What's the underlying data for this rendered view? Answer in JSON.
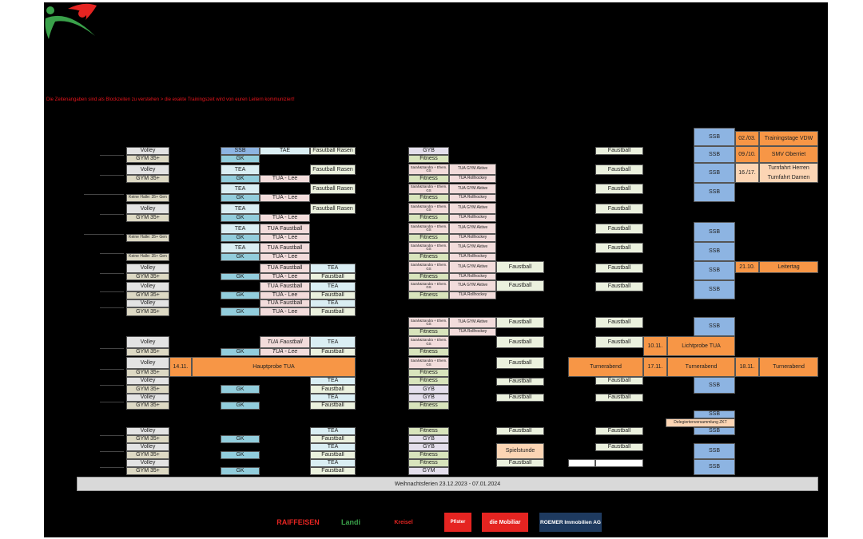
{
  "notice": "Die Zeitenangaben sind als Blockzeiten zu verstehen > die exakte Trainingszeit wird von euren Leitern kommuniziert!",
  "holiday": "Weihnachtsferien 23.12.2023 - 07.01.2024",
  "colors": {
    "volley": "#e3e3e3",
    "gym35": "#ddd9c4",
    "ssb": "#8db4e2",
    "ssbDark": "#8db4e2",
    "gk": "#92cddc",
    "tea": "#daeef3",
    "faustball": "#ebf1de",
    "tua": "#f2dcdb",
    "gyb": "#e4dfec",
    "fitness": "#d8e4bc",
    "event": "#f79646",
    "eventLight": "#fcd5b4",
    "white": "#ffffff"
  },
  "sponsors": [
    "RAIFFEISEN",
    "Landi",
    "Kreisel",
    "Pfister",
    "die Mobiliar",
    "ROEMER Immobilien AG"
  ],
  "logo_icon": "club-logo-figure",
  "cells": [
    {
      "t": "Volley",
      "c": "volley"
    },
    {
      "t": "GYM 35+",
      "c": "gym35"
    },
    {
      "t": "Volley",
      "c": "volley"
    },
    {
      "t": "GYM 35+",
      "c": "gym35"
    },
    {
      "t": "Keine Halle: 35+ Gen",
      "c": "gym35",
      "s": "tiny"
    },
    {
      "t": "Volley",
      "c": "volley"
    },
    {
      "t": "GYM 35+",
      "c": "gym35"
    },
    {
      "t": "Keine Halle: 35+ Gen",
      "c": "gym35",
      "s": "tiny"
    },
    {
      "t": "Keine Halle: 35+ Gen",
      "c": "gym35",
      "s": "tiny"
    },
    {
      "t": "Volley",
      "c": "volley"
    },
    {
      "t": "GYM 35+",
      "c": "gym35"
    },
    {
      "t": "Volley",
      "c": "volley"
    },
    {
      "t": "GYM 35+",
      "c": "gym35"
    },
    {
      "t": "Volley",
      "c": "volley"
    },
    {
      "t": "GYM 35+",
      "c": "gym35"
    },
    {
      "t": "Volley",
      "c": "volley"
    },
    {
      "t": "GYM 35+",
      "c": "gym35"
    },
    {
      "t": "Volley",
      "c": "volley"
    },
    {
      "t": "GYM 35+",
      "c": "gym35"
    },
    {
      "t": "Volley",
      "c": "volley"
    },
    {
      "t": "GYM 35+",
      "c": "gym35"
    },
    {
      "t": "Volley",
      "c": "volley"
    },
    {
      "t": "GYM 35+",
      "c": "gym35"
    },
    {
      "t": "Volley",
      "c": "volley"
    },
    {
      "t": "GYM 35+",
      "c": "gym35"
    },
    {
      "t": "Volley",
      "c": "volley"
    },
    {
      "t": "GYM 35+",
      "c": "gym35"
    },
    {
      "t": "Volley",
      "c": "volley"
    },
    {
      "t": "GYM 35+",
      "c": "gym35"
    },
    {
      "t": "SSB",
      "c": "ssb"
    },
    {
      "t": "GK",
      "c": "gk"
    },
    {
      "t": "TEA",
      "c": "tea"
    },
    {
      "t": "GK",
      "c": "gk"
    },
    {
      "t": "TEA",
      "c": "tea"
    },
    {
      "t": "GK",
      "c": "gk"
    },
    {
      "t": "TEA",
      "c": "tea"
    },
    {
      "t": "GK",
      "c": "gk"
    },
    {
      "t": "TEA",
      "c": "tea"
    },
    {
      "t": "GK",
      "c": "gk"
    },
    {
      "t": "TEA",
      "c": "tea"
    },
    {
      "t": "GK",
      "c": "gk"
    },
    {
      "t": "GK",
      "c": "gk"
    },
    {
      "t": "GK",
      "c": "gk"
    },
    {
      "t": "GK",
      "c": "gk"
    },
    {
      "t": "GK",
      "c": "gk"
    },
    {
      "t": "GK",
      "c": "gk"
    },
    {
      "t": "GK",
      "c": "gk"
    },
    {
      "t": "GK",
      "c": "gk"
    },
    {
      "t": "GK",
      "c": "gk"
    },
    {
      "t": "GK",
      "c": "gk"
    },
    {
      "t": "TAE",
      "c": "tea"
    },
    {
      "t": "TUA - Lee",
      "c": "tua"
    },
    {
      "t": "TUA - Lee",
      "c": "tua"
    },
    {
      "t": "TUA - Lee",
      "c": "tua"
    },
    {
      "t": "TUA Faustball",
      "c": "tua"
    },
    {
      "t": "TUA - Lee",
      "c": "tua"
    },
    {
      "t": "TUA Faustball",
      "c": "tua"
    },
    {
      "t": "TUA - Lee",
      "c": "tua"
    },
    {
      "t": "TUA Faustball",
      "c": "tua"
    },
    {
      "t": "TUA - Lee",
      "c": "tua"
    },
    {
      "t": "TUA Faustball",
      "c": "tua"
    },
    {
      "t": "TUA - Lee",
      "c": "tua"
    },
    {
      "t": "TUA Faustball",
      "c": "tua"
    },
    {
      "t": "TUA - Lee",
      "c": "tua"
    },
    {
      "t": "TUA Faustball",
      "c": "tua",
      "s": "ital"
    },
    {
      "t": "TUA - Lee",
      "c": "tua",
      "s": "ital"
    },
    {
      "t": "Fasutball Rasen",
      "c": "faustball"
    },
    {
      "t": "Fasutball Rasen",
      "c": "faustball"
    },
    {
      "t": "Fasutball Rasen",
      "c": "faustball"
    },
    {
      "t": "Fasutball Rasen",
      "c": "faustball"
    },
    {
      "t": "TEA",
      "c": "tea"
    },
    {
      "t": "Faustball",
      "c": "faustball"
    },
    {
      "t": "TEA",
      "c": "tea"
    },
    {
      "t": "Faustball",
      "c": "faustball"
    },
    {
      "t": "TEA",
      "c": "tea"
    },
    {
      "t": "Faustball",
      "c": "faustball"
    },
    {
      "t": "TEA",
      "c": "tea"
    },
    {
      "t": "Faustball",
      "c": "faustball"
    },
    {
      "t": "TEA",
      "c": "tea"
    },
    {
      "t": "Faustball",
      "c": "faustball"
    },
    {
      "t": "TEA",
      "c": "tea"
    },
    {
      "t": "Faustball",
      "c": "faustball"
    },
    {
      "t": "TEA",
      "c": "tea"
    },
    {
      "t": "Faustball",
      "c": "faustball"
    },
    {
      "t": "TEA",
      "c": "tea"
    },
    {
      "t": "Faustball",
      "c": "faustball"
    },
    {
      "t": "TEA",
      "c": "tea"
    },
    {
      "t": "Faustball",
      "c": "faustball"
    },
    {
      "t": "14.11.",
      "c": "event"
    },
    {
      "t": "Hauptprobe TUA",
      "c": "event"
    },
    {
      "t": "GYB",
      "c": "gyb"
    },
    {
      "t": "Fitness",
      "c": "fitness"
    },
    {
      "t": "Sarah&Sandra + Ehem. GS",
      "c": "tua",
      "s": "small"
    },
    {
      "t": "Fitness",
      "c": "fitness"
    },
    {
      "t": "Sarah&Sandra + Ehem. GS",
      "c": "tua",
      "s": "small"
    },
    {
      "t": "Fitness",
      "c": "fitness"
    },
    {
      "t": "Sarah&Sandra + Ehem. GS",
      "c": "tua",
      "s": "small"
    },
    {
      "t": "Fitness",
      "c": "fitness"
    },
    {
      "t": "Sarah&Sandra + Ehem. GS",
      "c": "tua",
      "s": "small"
    },
    {
      "t": "Fitness",
      "c": "fitness"
    },
    {
      "t": "Sarah&Sandra + Ehem. GS",
      "c": "tua",
      "s": "small"
    },
    {
      "t": "Fitness",
      "c": "fitness"
    },
    {
      "t": "Sarah&Sandra + Ehem. GS",
      "c": "tua",
      "s": "small"
    },
    {
      "t": "Fitness",
      "c": "fitness"
    },
    {
      "t": "Sarah&Sandra + Ehem. GS",
      "c": "tua",
      "s": "small"
    },
    {
      "t": "Fitness",
      "c": "fitness"
    },
    {
      "t": "Sarah&Sandra + Ehem. GS",
      "c": "tua",
      "s": "small"
    },
    {
      "t": "Fitness",
      "c": "fitness"
    },
    {
      "t": "Sarah&Sandra + Ehem. GS",
      "c": "tua",
      "s": "small"
    },
    {
      "t": "Fitness",
      "c": "fitness"
    },
    {
      "t": "Sarah&Sandra + Ehem. GS",
      "c": "tua",
      "s": "small"
    },
    {
      "t": "Fitness",
      "c": "fitness"
    },
    {
      "t": "Fitness",
      "c": "fitness"
    },
    {
      "t": "GYB",
      "c": "gyb"
    },
    {
      "t": "GYB",
      "c": "gyb"
    },
    {
      "t": "Fitness",
      "c": "fitness"
    },
    {
      "t": "Fitness",
      "c": "fitness"
    },
    {
      "t": "GYB",
      "c": "gyb"
    },
    {
      "t": "GYB",
      "c": "gyb"
    },
    {
      "t": "Fitness",
      "c": "fitness"
    },
    {
      "t": "Fitness",
      "c": "fitness"
    },
    {
      "t": "GYM",
      "c": "gyb"
    },
    {
      "t": "TUA GYM Aktive",
      "c": "tua",
      "s": "tiny"
    },
    {
      "t": "TUA Rollhockey",
      "c": "tua",
      "s": "tiny"
    },
    {
      "t": "TUA GYM Aktive",
      "c": "tua",
      "s": "tiny"
    },
    {
      "t": "TUA Rollhockey",
      "c": "tua",
      "s": "tiny"
    },
    {
      "t": "TUA GYM Aktive",
      "c": "tua",
      "s": "tiny"
    },
    {
      "t": "TUA Rollhockey",
      "c": "tua",
      "s": "tiny"
    },
    {
      "t": "TUA GYM Aktive",
      "c": "tua",
      "s": "tiny"
    },
    {
      "t": "TUA Rollhockey",
      "c": "tua",
      "s": "tiny"
    },
    {
      "t": "TUA GYM Aktive",
      "c": "tua",
      "s": "tiny"
    },
    {
      "t": "TUA Rollhockey",
      "c": "tua",
      "s": "tiny"
    },
    {
      "t": "TUA GYM Aktive",
      "c": "tua",
      "s": "tiny"
    },
    {
      "t": "TUA Rollhockey",
      "c": "tua",
      "s": "tiny"
    },
    {
      "t": "TUA GYM Aktive",
      "c": "tua",
      "s": "tiny"
    },
    {
      "t": "TUA Rollhockey",
      "c": "tua",
      "s": "tiny"
    },
    {
      "t": "TUA GYM Aktive",
      "c": "tua",
      "s": "tiny"
    },
    {
      "t": "TUA Rollhockey",
      "c": "tua",
      "s": "tiny"
    },
    {
      "t": "Faustball",
      "c": "faustball"
    },
    {
      "t": "Faustball",
      "c": "faustball"
    },
    {
      "t": "Faustball",
      "c": "faustball"
    },
    {
      "t": "Faustball",
      "c": "faustball"
    },
    {
      "t": "Faustball",
      "c": "faustball"
    },
    {
      "t": "Faustball",
      "c": "faustball"
    },
    {
      "t": "Faustball",
      "c": "faustball"
    },
    {
      "t": "Faustball",
      "c": "faustball"
    },
    {
      "t": "Spielstunde",
      "c": "eventLight"
    },
    {
      "t": "Faustball",
      "c": "faustball"
    },
    {
      "t": "Faustball",
      "c": "faustball"
    },
    {
      "t": "Faustball",
      "c": "faustball"
    },
    {
      "t": "Faustball",
      "c": "faustball"
    },
    {
      "t": "Faustball",
      "c": "faustball"
    },
    {
      "t": "Faustball",
      "c": "faustball"
    },
    {
      "t": "Faustball",
      "c": "faustball"
    },
    {
      "t": "Faustball",
      "c": "faustball"
    },
    {
      "t": "Faustball",
      "c": "faustball"
    },
    {
      "t": "Faustball",
      "c": "faustball"
    },
    {
      "t": "Faustball",
      "c": "faustball"
    },
    {
      "t": "Faustball",
      "c": "faustball"
    },
    {
      "t": "Faustball",
      "c": "faustball"
    },
    {
      "t": "Faustball",
      "c": "faustball"
    },
    {
      "t": "Faustball",
      "c": "faustball"
    },
    {
      "t": "",
      "c": "white"
    },
    {
      "t": "",
      "c": "white"
    },
    {
      "t": "Turnerabend",
      "c": "event"
    },
    {
      "t": "17.11.",
      "c": "event"
    },
    {
      "t": "Turnerabend",
      "c": "event"
    },
    {
      "t": "18.11.",
      "c": "event"
    },
    {
      "t": "Turnerabend",
      "c": "event"
    },
    {
      "t": "10.11.",
      "c": "event"
    },
    {
      "t": "Lichtprobe TUA",
      "c": "event"
    },
    {
      "t": "SSB",
      "c": "ssb"
    },
    {
      "t": "SSB",
      "c": "ssb"
    },
    {
      "t": "SSB",
      "c": "ssb"
    },
    {
      "t": "SSB",
      "c": "ssb"
    },
    {
      "t": "SSB",
      "c": "ssb"
    },
    {
      "t": "SSB",
      "c": "ssb"
    },
    {
      "t": "SSB",
      "c": "ssb"
    },
    {
      "t": "SSB",
      "c": "ssb"
    },
    {
      "t": "SSB",
      "c": "ssb"
    },
    {
      "t": "SSB",
      "c": "ssb"
    },
    {
      "t": "SSB",
      "c": "ssb"
    },
    {
      "t": "Delegiertenversammlung ZKT",
      "c": "eventLight",
      "s": "tiny"
    },
    {
      "t": "SSB",
      "c": "ssb"
    },
    {
      "t": "SSB",
      "c": "ssb"
    },
    {
      "t": "SSB",
      "c": "ssb"
    },
    {
      "t": "02./03.",
      "c": "event"
    },
    {
      "t": "Trainingstage VDW",
      "c": "event"
    },
    {
      "t": "09./10.",
      "c": "event"
    },
    {
      "t": "SMV Oberriet",
      "c": "event"
    },
    {
      "t": "16./17.",
      "c": "eventLight"
    },
    {
      "t": "Turnfahrt Herren|Turnfahrt Damen",
      "c": "eventLight",
      "s": "two"
    },
    {
      "t": "21.10.",
      "c": "event"
    },
    {
      "t": "Leitertag",
      "c": "event"
    }
  ]
}
